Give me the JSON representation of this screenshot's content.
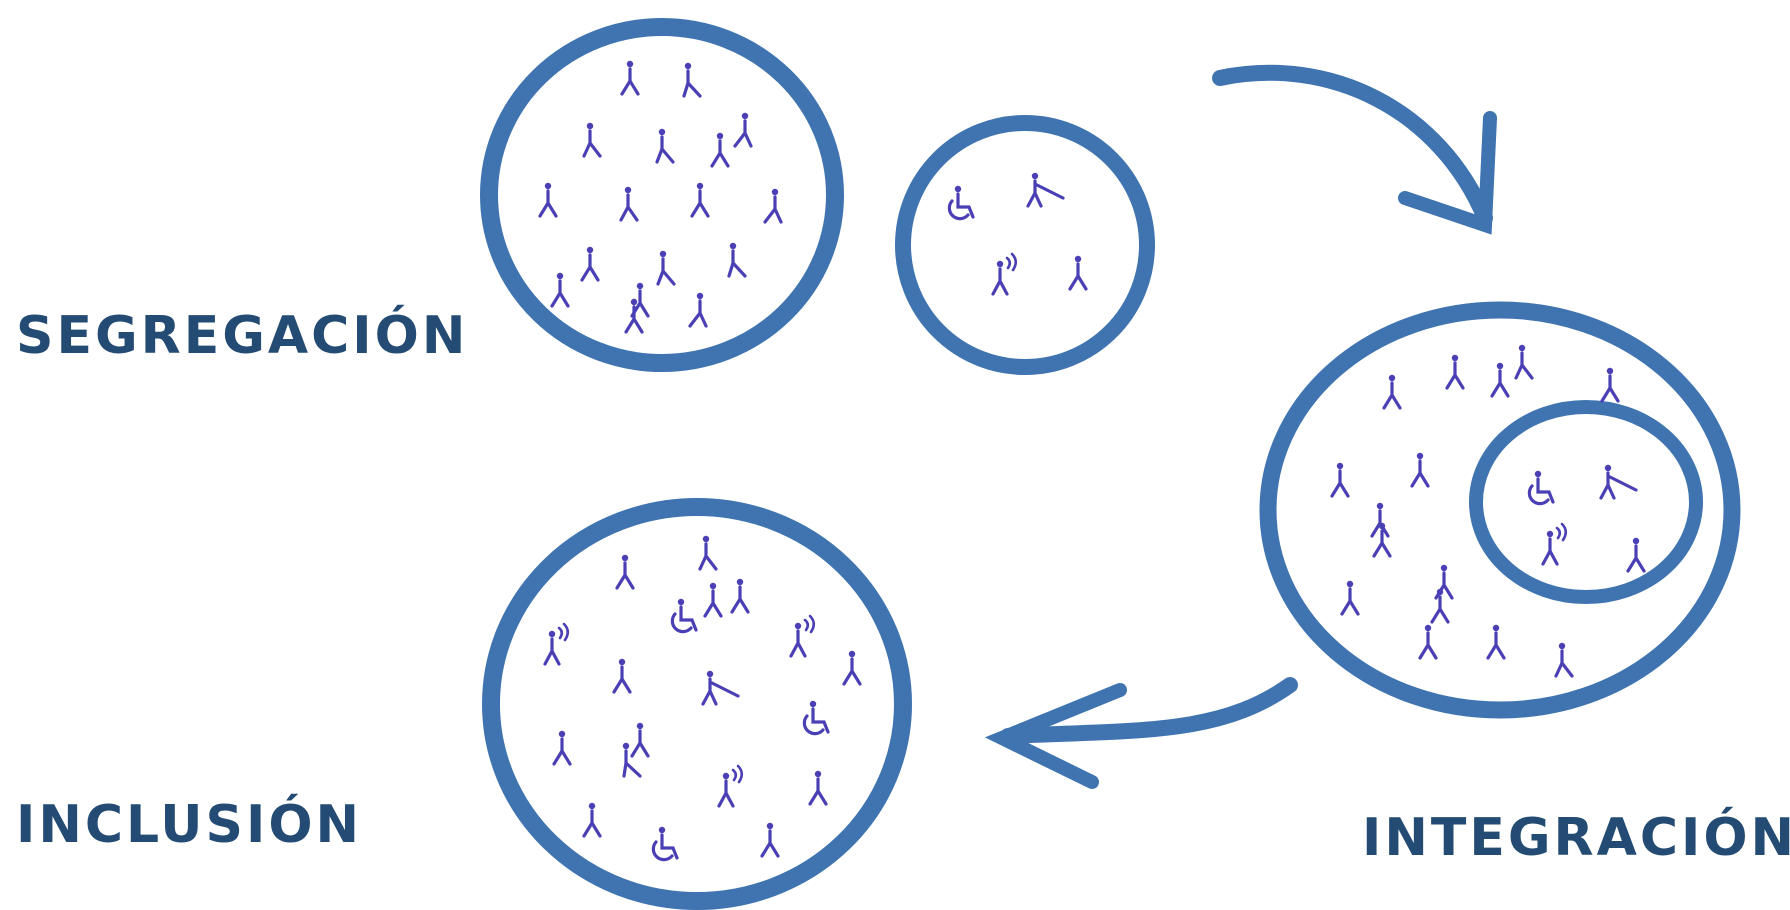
{
  "colors": {
    "ring": "#3f74b0",
    "ring_light": "#6d98c8",
    "figure": "#4a3fb4",
    "label": "#234b73",
    "background": "#ffffff"
  },
  "labels": {
    "segregation": "SEGREGACIÓN",
    "integration": "INTEGRACIÓN",
    "inclusion": "INCLUSIÓN"
  },
  "icons": [
    "person-icon",
    "wheelchair-user-icon",
    "blind-person-cane-icon",
    "hearing-signal-person-icon",
    "arrow-icon"
  ],
  "stages": {
    "segregation": {
      "main_group_people": 17,
      "separate_group": [
        "wheelchair-user-icon",
        "blind-person-cane-icon",
        "hearing-signal-person-icon",
        "person-icon"
      ]
    },
    "integration": {
      "outer_group_people": 15,
      "inner_group": [
        "wheelchair-user-icon",
        "blind-person-cane-icon",
        "hearing-signal-person-icon",
        "person-icon"
      ]
    },
    "inclusion": {
      "mixed_group": {
        "people": 12,
        "wheelchair_users": 3,
        "hearing_signal_people": 3,
        "blind_with_cane": 1
      }
    }
  }
}
